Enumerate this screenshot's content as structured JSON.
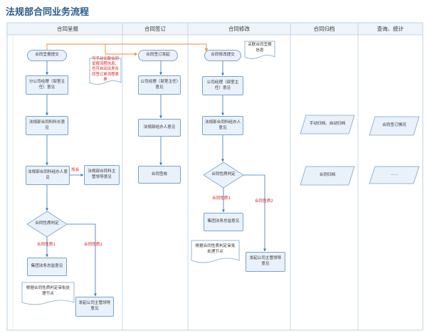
{
  "title": "法规部合同业务流程",
  "lanes": [
    "合同呈报",
    "合同签订",
    "合同修改",
    "合同归档",
    "查询、统计"
  ],
  "nodes": {
    "report_start": "合同呈报提交",
    "report_dept": "分公司经理（部室主任）意见",
    "report_legal_clerk": "法规部合同科科长意见",
    "report_legal_officer": "法规部合同科经办人意见",
    "report_leader": "法规部合同科主管领导意见",
    "report_decision": "合同性质判定",
    "report_gm": "集团法务总监意见",
    "report_doc": "根据合同性质判定审批处理节点",
    "report_company": "发起公司主管领导意见",
    "report_note": "可手动关联合同呈报流程信息，也可自动出发合同签订单流程表单",
    "sign_start": "合同签订发起",
    "sign_dept": "公司经理（部室主任）意见",
    "sign_officer": "法规部经办人意见",
    "sign_receive": "合同签收",
    "mod_start": "合同修改提交",
    "mod_dept": "公司经理（部室主任）意见",
    "mod_officer": "法规部合同科经办人意见",
    "mod_decision": "合同性质判定",
    "mod_gm": "集团法务总监意见",
    "mod_doc": "根据合同性质判定审批处理节点",
    "mod_company": "发起公司主管领导意见",
    "mod_linked": "关联合同呈报信息",
    "archive_manual": "手动归档、自动归档",
    "archive": "合同归档",
    "query_sign": "合同签订情况",
    "query_more": "……"
  },
  "labels": {
    "add_sign": "加会",
    "nature1": "合同性质1",
    "nature2": "合同性质2",
    "mod_nature1": "合同性质1",
    "mod_nature2": "合同性质2"
  },
  "colors": {
    "title": "#2a5c8a",
    "lane_border": "#b8cfe3",
    "lane_header_bg": "#eef4fa",
    "node_fill": "#e9f1fa",
    "node_border": "#7aa3c9",
    "arrow": "#3a73b8",
    "orange_arrow": "#f08a3a",
    "label_red": "#d42020"
  }
}
